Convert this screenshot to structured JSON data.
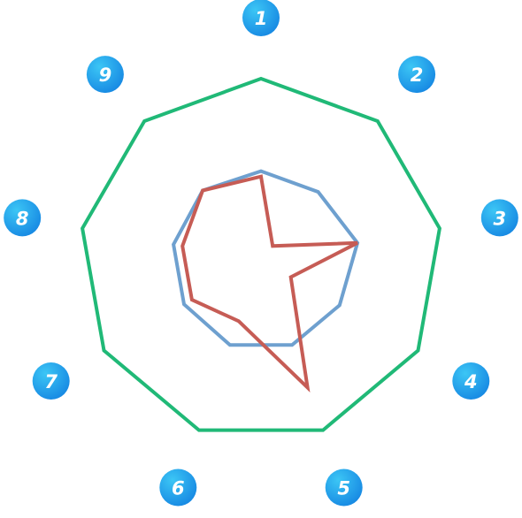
{
  "chart_data": {
    "type": "radar",
    "axis_labels": [
      "1",
      "2",
      "3",
      "4",
      "5",
      "6",
      "7",
      "8",
      "9"
    ],
    "rmax": 1.0,
    "grid": false,
    "series": [
      {
        "color": "#20b977",
        "values": [
          1.0,
          1.0,
          1.0,
          1.0,
          1.0,
          1.0,
          1.0,
          1.0,
          1.0
        ]
      },
      {
        "color": "#6ea0cf",
        "values": [
          0.49,
          0.49,
          0.54,
          0.5,
          0.5,
          0.5,
          0.49,
          0.49,
          0.5
        ]
      },
      {
        "color": "#c65c55",
        "values": [
          0.46,
          0.1,
          0.54,
          0.19,
          0.75,
          0.36,
          0.44,
          0.44,
          0.5
        ]
      }
    ],
    "colors": {
      "badge_fill_light": "#3cc6f5",
      "badge_fill_dark": "#1789e3",
      "badge_text": "#ffffff"
    }
  }
}
